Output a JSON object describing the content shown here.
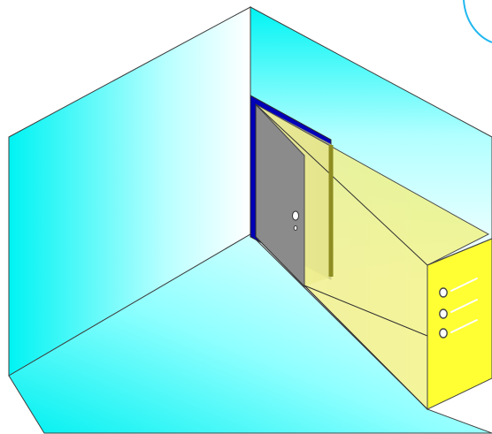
{
  "diagram": {
    "scene": "isometric-room-corner",
    "elements": [
      "left-wall",
      "back-wall",
      "floor",
      "door",
      "door-frame",
      "light-beam",
      "yellow-box",
      "corner-arc"
    ],
    "colors": {
      "wall_cyan": "#00f5f5",
      "wall_white": "#ffffff",
      "door_gray": "#8c8c8c",
      "door_frame_blue": "#0000b8",
      "beam_yellow": "#f2ef45",
      "box_yellow": "#ffff33",
      "arc_blue": "#22b8f0",
      "outline": "#333333"
    },
    "icons": [
      "door-knob-icon",
      "indicator-circle-icon",
      "indicator-line-icon"
    ]
  }
}
